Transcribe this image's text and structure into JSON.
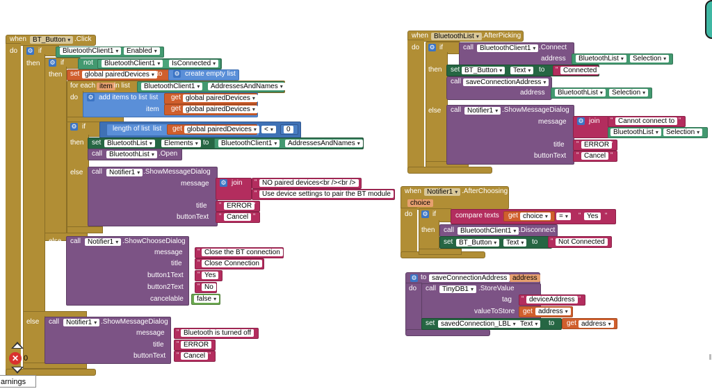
{
  "workspace": {
    "warnings_label": "arnings",
    "error_count": "0"
  },
  "bt_click": {
    "when": "when",
    "component": "BT_Button",
    "event": ".Click",
    "do": "do",
    "if": "if",
    "then": "then",
    "else": "else",
    "bt_client": "BluetoothClient1",
    "enabled": "Enabled",
    "not": "not",
    "is_connected": "IsConnected",
    "set": "set",
    "to": "to",
    "global_paired": "global pairedDevices",
    "create_empty_list": "create empty list",
    "for_each": "for each",
    "item": "item",
    "in_list": "in list",
    "addresses_and_names": "AddressesAndNames",
    "add_items": "add items to list",
    "list_word": "list",
    "item_word": "item",
    "get": "get",
    "get_global_paired": "global pairedDevices",
    "length_of_list": "length of list",
    "lt": "<",
    "zero": "0",
    "bluetooth_list": "BluetoothList",
    "elements": "Elements",
    "call": "call",
    "open": ".Open",
    "notifier": "Notifier1",
    "show_msg": ".ShowMessageDialog",
    "message": "message",
    "join": "join",
    "msg_no_paired": "NO paired devices<br /><br />",
    "msg_use_settings": "Use device settings to pair the BT module",
    "title": "title",
    "error": "ERROR",
    "button_text": "buttonText",
    "cancel": "Cancel",
    "show_choose": ".ShowChooseDialog",
    "close_bt": "Close the BT connection",
    "close_connection": "Close Connection",
    "button1": "button1Text",
    "button2": "button2Text",
    "yes": "Yes",
    "no": "No",
    "cancelable": "cancelable",
    "false": "false",
    "bt_turned_off": "Bluetooth is turned off"
  },
  "after_picking": {
    "when": "when",
    "component": "BluetoothList",
    "event": ".AfterPicking",
    "do": "do",
    "if": "if",
    "call": "call",
    "bt_client": "BluetoothClient1",
    "connect": ".Connect",
    "address": "address",
    "bluetooth_list": "BluetoothList",
    "selection": "Selection",
    "then": "then",
    "set": "set",
    "bt_button": "BT_Button",
    "text": "Text",
    "to": "to",
    "connected": "Connected",
    "save_conn": "saveConnectionAddress",
    "else": "else",
    "notifier": "Notifier1",
    "show_msg": ".ShowMessageDialog",
    "message": "message",
    "join": "join",
    "cannot_connect": "Cannot connect to",
    "title": "title",
    "error": "ERROR",
    "button_text": "buttonText",
    "cancel": "Cancel"
  },
  "after_choosing": {
    "when": "when",
    "component": "Notifier1",
    "event": ".AfterChoosing",
    "param": "choice",
    "do": "do",
    "if": "if",
    "compare": "compare texts",
    "get": "get",
    "choice": "choice",
    "eq": "=",
    "yes": "Yes",
    "then": "then",
    "call": "call",
    "bt_client": "BluetoothClient1",
    "disconnect": ".Disconnect",
    "set": "set",
    "bt_button": "BT_Button",
    "text": "Text",
    "to": "to",
    "not_connected": "Not Connected"
  },
  "save_proc": {
    "to": "to",
    "name": "saveConnectionAddress",
    "param": "address",
    "do": "do",
    "call": "call",
    "tinydb": "TinyDB1",
    "store": ".StoreValue",
    "tag": "tag",
    "device_address": "deviceAddress",
    "value_to_store": "valueToStore",
    "get": "get",
    "address": "address",
    "set": "set",
    "label": "savedConnection_LBL",
    "text": "Text"
  }
}
